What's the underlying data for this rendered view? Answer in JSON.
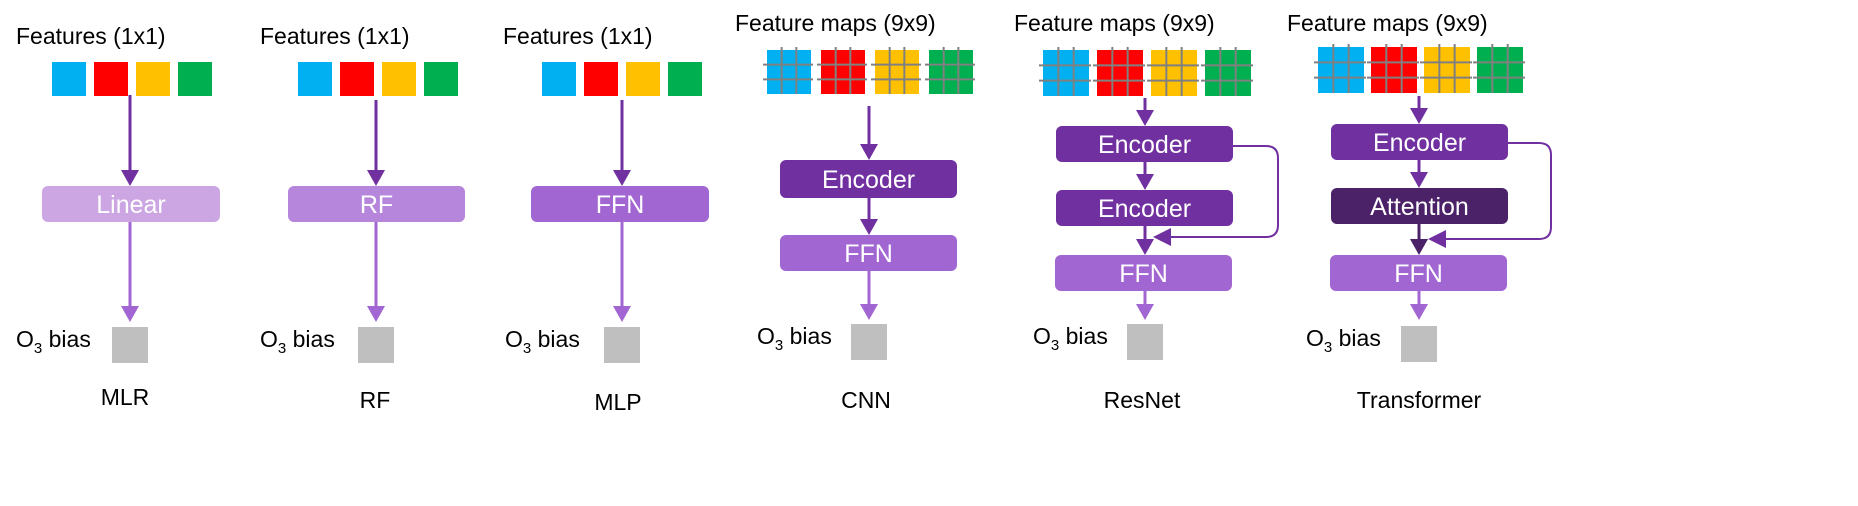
{
  "colors": {
    "blue": "#00B0F0",
    "red": "#FF0000",
    "yellow": "#FFC000",
    "green": "#00B050",
    "grid": "#808080",
    "bias": "#BFBFBF",
    "linear": "#CBA6E3",
    "rf": "#B686DC",
    "ffn": "#A166D1",
    "encoder": "#7030A0",
    "attention": "#4B2168",
    "arrow_dark": "#7030A0",
    "arrow_light": "#A166D1",
    "text": "#000000",
    "block_text": "#FFFFFF"
  },
  "panels": [
    {
      "id": "mlr",
      "input_label": "Features (1x1)",
      "input_type": "1x1",
      "blocks": [
        {
          "label": "Linear",
          "kind": "linear"
        }
      ],
      "output_label_main": "O",
      "output_label_sub": "3",
      "output_label_rest": " bias",
      "model_name": "MLR"
    },
    {
      "id": "rf",
      "input_label": "Features (1x1)",
      "input_type": "1x1",
      "blocks": [
        {
          "label": "RF",
          "kind": "rf"
        }
      ],
      "output_label_main": "O",
      "output_label_sub": "3",
      "output_label_rest": " bias",
      "model_name": "RF"
    },
    {
      "id": "mlp",
      "input_label": "Features (1x1)",
      "input_type": "1x1",
      "blocks": [
        {
          "label": "FFN",
          "kind": "ffn"
        }
      ],
      "output_label_main": "O",
      "output_label_sub": "3",
      "output_label_rest": " bias",
      "model_name": "MLP"
    },
    {
      "id": "cnn",
      "input_label": "Feature maps (9x9)",
      "input_type": "9x9",
      "blocks": [
        {
          "label": "Encoder",
          "kind": "encoder"
        },
        {
          "label": "FFN",
          "kind": "ffn"
        }
      ],
      "output_label_main": "O",
      "output_label_sub": "3",
      "output_label_rest": " bias",
      "model_name": "CNN"
    },
    {
      "id": "resnet",
      "input_label": "Feature maps (9x9)",
      "input_type": "9x9",
      "blocks": [
        {
          "label": "Encoder",
          "kind": "encoder"
        },
        {
          "label": "Encoder",
          "kind": "encoder"
        },
        {
          "label": "FFN",
          "kind": "ffn"
        }
      ],
      "skip_connection": true,
      "output_label_main": "O",
      "output_label_sub": "3",
      "output_label_rest": " bias",
      "model_name": "ResNet"
    },
    {
      "id": "transformer",
      "input_label": "Feature maps (9x9)",
      "input_type": "9x9",
      "blocks": [
        {
          "label": "Encoder",
          "kind": "encoder"
        },
        {
          "label": "Attention",
          "kind": "attention"
        },
        {
          "label": "FFN",
          "kind": "ffn"
        }
      ],
      "skip_connection": true,
      "output_label_main": "O",
      "output_label_sub": "3",
      "output_label_rest": " bias",
      "model_name": "Transformer"
    }
  ]
}
